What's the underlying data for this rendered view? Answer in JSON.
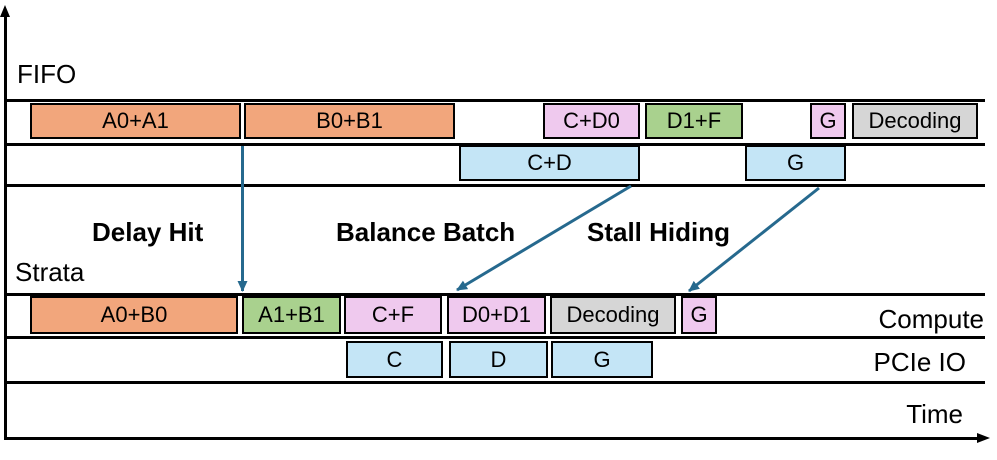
{
  "sections": {
    "fifo_label": "FIFO",
    "strata_label": "Strata"
  },
  "annotations": {
    "delay_hit": "Delay Hit",
    "balance_batch": "Balance Batch",
    "stall_hiding": "Stall Hiding"
  },
  "axis_labels": {
    "compute": "Compute",
    "pcie_io": "PCIe IO",
    "time": "Time"
  },
  "colors": {
    "orange": "#F2A67C",
    "green": "#A9D18E",
    "pink": "#EFC9EE",
    "blue": "#C4E5F6",
    "gray": "#D6D6D6",
    "arrow": "#26698E"
  },
  "rows": {
    "fifo_compute": {
      "tasks": [
        {
          "label": "A0+A1",
          "color": "orange"
        },
        {
          "label": "B0+B1",
          "color": "orange"
        },
        {
          "label": "C+D0",
          "color": "pink"
        },
        {
          "label": "D1+F",
          "color": "green"
        },
        {
          "label": "G",
          "color": "pink"
        },
        {
          "label": "Decoding",
          "color": "gray"
        }
      ]
    },
    "fifo_io": {
      "tasks": [
        {
          "label": "C+D",
          "color": "blue"
        },
        {
          "label": "G",
          "color": "blue"
        }
      ]
    },
    "strata_compute": {
      "tasks": [
        {
          "label": "A0+B0",
          "color": "orange"
        },
        {
          "label": "A1+B1",
          "color": "green"
        },
        {
          "label": "C+F",
          "color": "pink"
        },
        {
          "label": "D0+D1",
          "color": "pink"
        },
        {
          "label": "Decoding",
          "color": "gray"
        },
        {
          "label": "G",
          "color": "pink"
        }
      ]
    },
    "strata_io": {
      "tasks": [
        {
          "label": "C",
          "color": "blue"
        },
        {
          "label": "D",
          "color": "blue"
        },
        {
          "label": "G",
          "color": "blue"
        }
      ]
    }
  }
}
